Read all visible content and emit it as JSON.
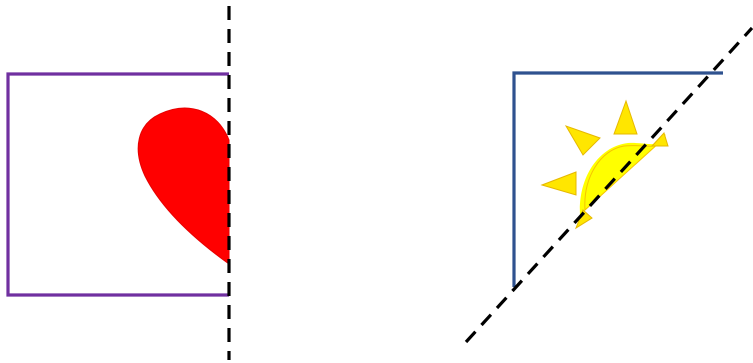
{
  "figures": [
    {
      "id": "left-figure",
      "shape": "rectangle-with-half-heart",
      "frame_color": "#7030A0",
      "fill_color": "#FF0000",
      "axis_line": "vertical-dashed"
    },
    {
      "id": "right-figure",
      "shape": "triangle-with-half-sun",
      "frame_color": "#2F528F",
      "fill_color": "#FFFF00",
      "accent_color": "#FFD700",
      "axis_line": "diagonal-dashed"
    }
  ],
  "axis_color": "#000000",
  "background": "#FFFFFF",
  "icons": [
    "half-heart-icon",
    "half-sun-icon"
  ]
}
